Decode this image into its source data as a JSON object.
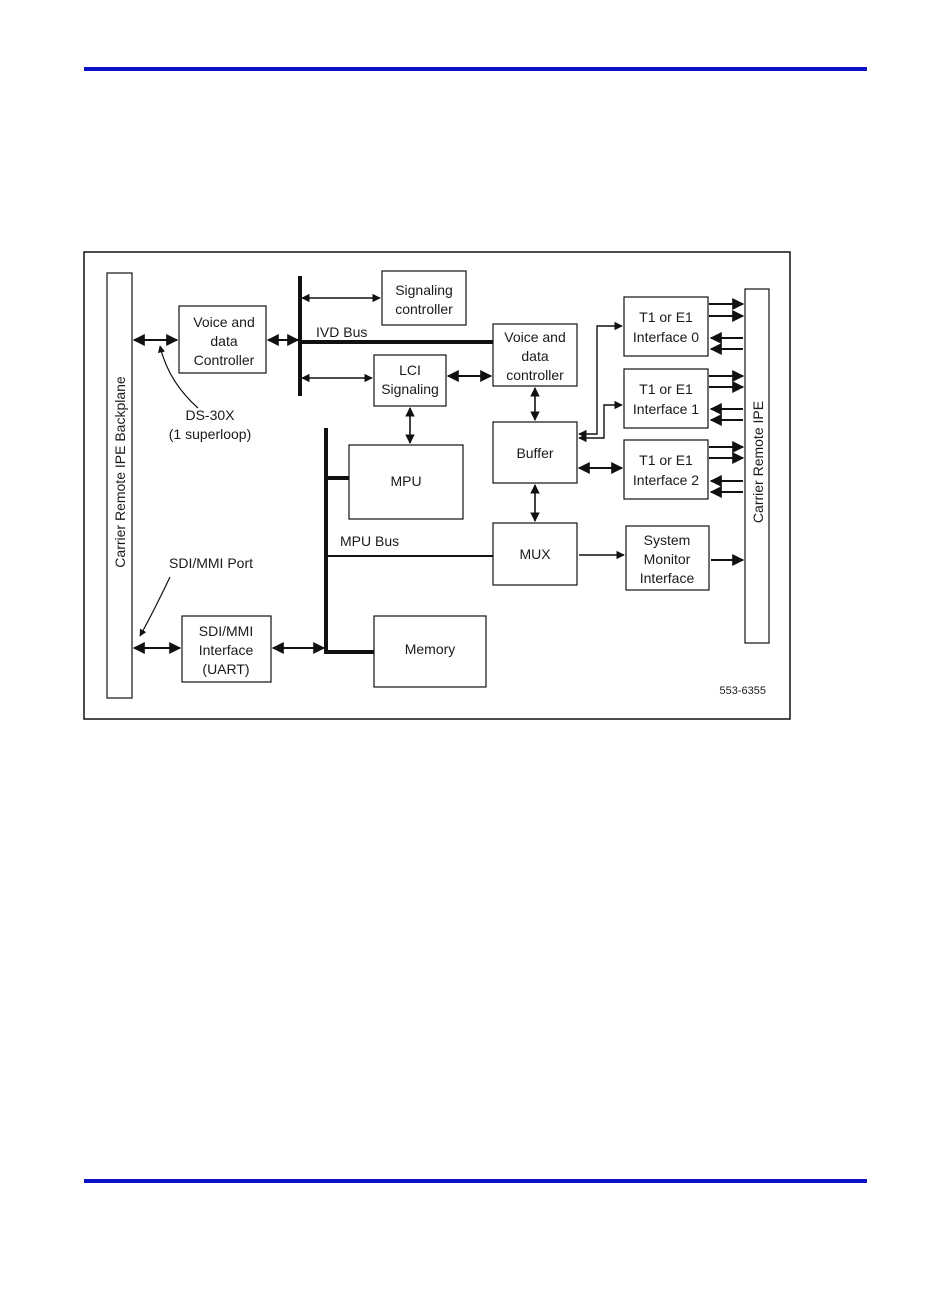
{
  "page": {
    "rule_color": "#1010c8"
  },
  "diagram": {
    "backplane_left": "Carrier Remote IPE Backplane",
    "backplane_right": "Carrier Remote IPE",
    "blocks": {
      "voice_data_controller_left": [
        "Voice and",
        "data",
        "Controller"
      ],
      "signaling_controller": [
        "Signaling",
        "controller"
      ],
      "voice_data_controller_right": [
        "Voice and",
        "data",
        "controller"
      ],
      "lci_signaling": [
        "LCI",
        "Signaling"
      ],
      "mpu": [
        "MPU"
      ],
      "buffer": [
        "Buffer"
      ],
      "mux": [
        "MUX"
      ],
      "memory": [
        "Memory"
      ],
      "sdi_mmi_interface": [
        "SDI/MMI",
        "Interface",
        "(UART)"
      ],
      "t1_e1_0": [
        "T1 or E1",
        "Interface 0"
      ],
      "t1_e1_1": [
        "T1 or E1",
        "Interface 1"
      ],
      "t1_e1_2": [
        "T1 or E1",
        "Interface 2"
      ],
      "system_monitor": [
        "System",
        "Monitor",
        "Interface"
      ]
    },
    "labels": {
      "ivd_bus": "IVD Bus",
      "mpu_bus": "MPU Bus",
      "ds30x": "DS-30X",
      "superloop": "(1 superloop)",
      "sdi_mmi_port": "SDI/MMI Port",
      "figure_id": "553-6355"
    }
  }
}
